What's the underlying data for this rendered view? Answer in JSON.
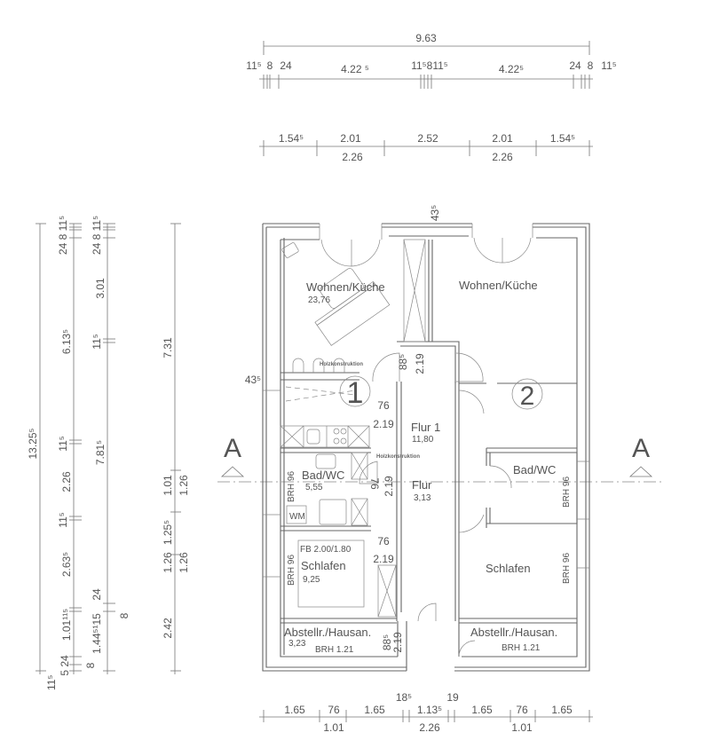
{
  "dimensions": {
    "top_total": "9.63",
    "top_row": [
      "11⁵",
      "8",
      "24",
      "4.22 ⁵",
      "11⁵811⁵",
      "4.22⁵",
      "24",
      "8",
      "11⁵"
    ],
    "mid_row_top": [
      "1.54⁵",
      "2.01",
      "2.52",
      "2.01",
      "1.54⁵"
    ],
    "mid_row_bottom": [
      "2.26",
      "2.26"
    ],
    "left_col1": [
      "13.25⁵",
      "11⁵"
    ],
    "left_col2": [
      "24 8 11⁵",
      "6.13⁵",
      "11⁵",
      "2.26",
      "11⁵",
      "2.63⁵",
      "1.01¹¹⁵",
      "5 24",
      "8"
    ],
    "left_col3": [
      "24 8 11⁵",
      "3.01",
      "11⁵",
      "7.81⁵",
      "24",
      "1.44⁵¹15",
      "8"
    ],
    "left_col4": [
      "7.31",
      "1.01",
      "1.26",
      "1.25⁵",
      "1.26",
      "1.26",
      "2.42"
    ],
    "bottom_row_top": [
      "1.65",
      "76",
      "1.65",
      "18⁵",
      "1.13⁵",
      "19",
      "1.65",
      "76",
      "1.65"
    ],
    "bottom_row_bottom": [
      "1.01",
      "2.26",
      "1.01"
    ]
  },
  "section_markers": [
    "A",
    "A"
  ],
  "unit_numbers": [
    "1",
    "2"
  ],
  "annotations": {
    "wall_left": "43⁵",
    "wall_top": "43⁵",
    "wood_construction_1": "Holzkonstruktion",
    "wood_construction_2": "Holzkonstruktion",
    "door_dims": [
      "88⁵",
      "2.19",
      "76",
      "2.19",
      "76",
      "2.19",
      "76",
      "2.19",
      "88⁵",
      "2.19"
    ]
  },
  "unit1": {
    "living": {
      "name": "Wohnen/Küche",
      "area": "23,76"
    },
    "hall": {
      "name": "Flur 1",
      "area": "11,80"
    },
    "hall2": {
      "name": "Flur",
      "area": "3,13"
    },
    "bath": {
      "name": "Bad/WC",
      "area": "5,55",
      "sill": "BRH 96",
      "washer": "WM"
    },
    "bedroom": {
      "name": "Schlafen",
      "area": "9,25",
      "sill": "BRH 96",
      "bed": "FB 2.00/1.80"
    },
    "storage": {
      "name": "Abstellr./Hausan.",
      "area": "3,23",
      "sill": "BRH 1.21"
    }
  },
  "unit2": {
    "living": {
      "name": "Wohnen/Küche"
    },
    "bath": {
      "name": "Bad/WC",
      "sill": "BRH 96"
    },
    "bedroom": {
      "name": "Schlafen",
      "sill": "BRH 96"
    },
    "storage": {
      "name": "Abstellr./Hausan.",
      "sill": "BRH 1.21"
    }
  }
}
